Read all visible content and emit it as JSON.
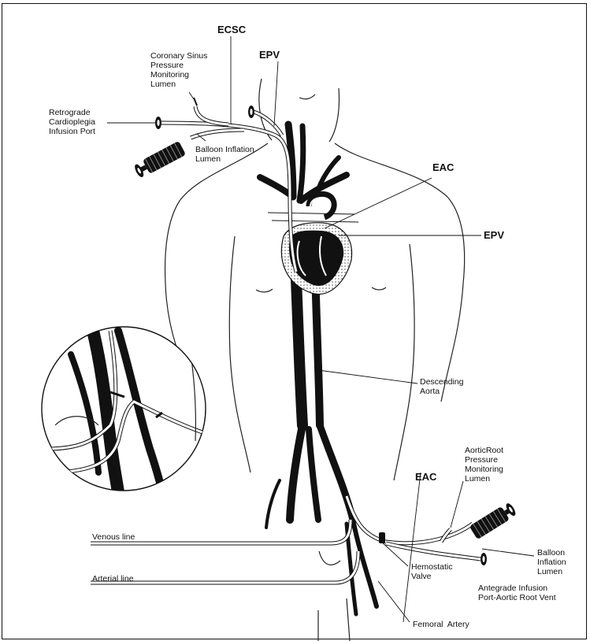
{
  "labels": {
    "ecsc": "ECSC",
    "epv_top": "EPV",
    "cs_pressure": [
      "Coronary Sinus",
      "Pressure",
      "Monitoring",
      "Lumen"
    ],
    "retrograde": [
      "Retrograde",
      "Cardioplegia",
      "Infusion Port"
    ],
    "balloon_top": [
      "Balloon Inflation",
      "Lumen"
    ],
    "eac_top": "EAC",
    "epv_right": "EPV",
    "descending": [
      "Descending",
      "Aorta"
    ],
    "aortic_root": [
      "AorticRoot",
      "Pressure",
      "Monitoring",
      "Lumen"
    ],
    "eac_bottom": "EAC",
    "venous": "Venous line",
    "arterial": "Arterial line",
    "hemostatic": [
      "Hemostatic",
      "Valve"
    ],
    "balloon_bottom": [
      "Balloon",
      "Inflation",
      "Lumen"
    ],
    "antegrade": [
      "Antegrade Infusion",
      "Port-Aortic Root Vent"
    ],
    "femoral": "Femoral  Artery"
  },
  "colors": {
    "ink": "#111111",
    "background": "#ffffff",
    "pericardium_fill": "#d9d9d9"
  }
}
